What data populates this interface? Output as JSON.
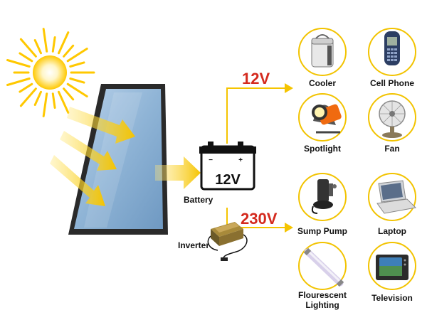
{
  "battery": {
    "label": "Battery",
    "voltage_badge": "12V"
  },
  "inverter": {
    "label": "Inverter"
  },
  "outputs": {
    "dc": {
      "voltage": "12V"
    },
    "ac": {
      "voltage": "230V"
    }
  },
  "devices": {
    "cooler": "Cooler",
    "cell_phone": "Cell Phone",
    "spotlight": "Spotlight",
    "fan": "Fan",
    "sump_pump": "Sump Pump",
    "laptop": "Laptop",
    "fluorescent_line1": "Flourescent",
    "fluorescent_line2": "Lighting",
    "television": "Television"
  },
  "colors": {
    "arrow_yellow": "#f5c400",
    "circle_border": "#f2c300",
    "voltage_red": "#d42a1e",
    "panel_blue": "#8fb4d6"
  }
}
